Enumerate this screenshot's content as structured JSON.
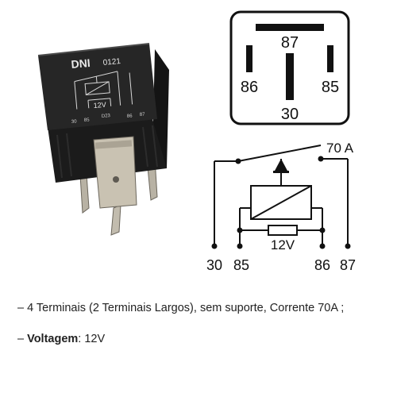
{
  "relay_photo": {
    "brand": "DNI",
    "part_number": "0121",
    "coil_voltage_label": "12V",
    "diode_label": "D23",
    "pin_labels": [
      "30",
      "85",
      "86",
      "87"
    ]
  },
  "pinout": {
    "top_pin": "87",
    "left_pin": "86",
    "right_pin": "85",
    "bottom_pin": "30"
  },
  "schematic": {
    "current_label": "70 A",
    "resistor_label": "12V",
    "terminals": [
      "30",
      "85",
      "86",
      "87"
    ]
  },
  "description": {
    "line1": "– 4 Terminais (2 Terminais Largos), sem suporte, Corrente 70A ;",
    "voltage_prefix": "– ",
    "voltage_label": "Voltagem",
    "voltage_value": ": 12V"
  }
}
